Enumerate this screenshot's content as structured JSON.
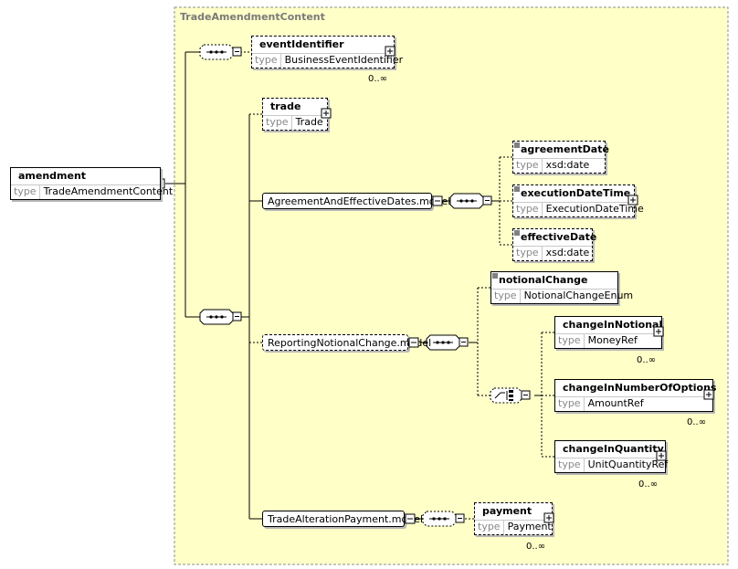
{
  "diagram": {
    "region_title": "TradeAmendmentContent",
    "root": {
      "name": "amendment",
      "type_label": "type",
      "type": "TradeAmendmentContent"
    },
    "elements": {
      "event_identifier": {
        "name": "eventIdentifier",
        "type_label": "type",
        "type": "BusinessEventIdentifier",
        "cardinality": "0..∞"
      },
      "trade": {
        "name": "trade",
        "type_label": "type",
        "type": "Trade"
      },
      "agreement_date": {
        "name": "agreementDate",
        "type_label": "type",
        "type": "xsd:date"
      },
      "execution_date_time": {
        "name": "executionDateTime",
        "type_label": "type",
        "type": "ExecutionDateTime"
      },
      "effective_date": {
        "name": "effectiveDate",
        "type_label": "type",
        "type": "xsd:date"
      },
      "notional_change": {
        "name": "notionalChange",
        "type_label": "type",
        "type": "NotionalChangeEnum"
      },
      "change_in_notional": {
        "name": "changeInNotional",
        "type_label": "type",
        "type": "MoneyRef",
        "cardinality": "0..∞"
      },
      "change_in_number_of_options": {
        "name": "changeInNumberOfOptions",
        "type_label": "type",
        "type": "AmountRef",
        "cardinality": "0..∞"
      },
      "change_in_quantity": {
        "name": "changeInQuantity",
        "type_label": "type",
        "type": "UnitQuantityRef",
        "cardinality": "0..∞"
      },
      "payment": {
        "name": "payment",
        "type_label": "type",
        "type": "Payment",
        "cardinality": "0..∞"
      }
    },
    "groups": {
      "agreement_and_effective_dates": "AgreementAndEffectiveDates.model",
      "reporting_notional_change": "ReportingNotionalChange.model",
      "trade_alteration_payment": "TradeAlterationPayment.model"
    },
    "colors": {
      "region_fill": "#ffffc8",
      "region_border": "#8c8c8c",
      "line": "#000000",
      "shadow": "#b8b8b8"
    }
  }
}
